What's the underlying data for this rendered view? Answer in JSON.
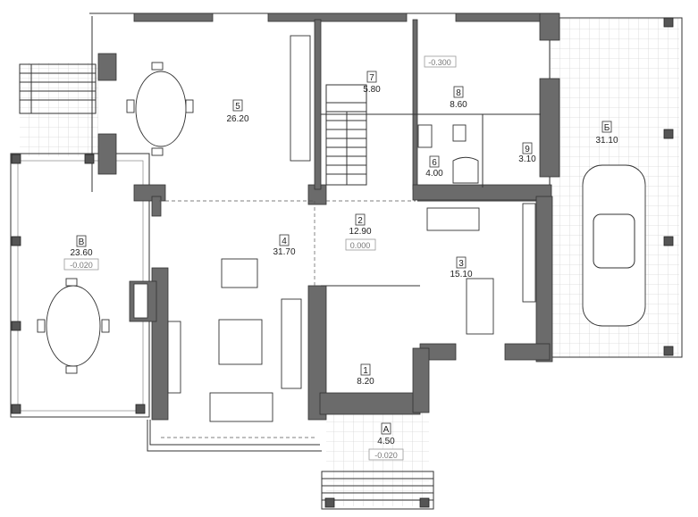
{
  "plan": {
    "rooms": [
      {
        "id": "room-5",
        "number": "5",
        "area": "26.20"
      },
      {
        "id": "room-7",
        "number": "7",
        "area": "5.80"
      },
      {
        "id": "room-8",
        "number": "8",
        "area": "8.60",
        "level": "-0.300"
      },
      {
        "id": "room-B-cyr",
        "number": "Б",
        "area": "31.10"
      },
      {
        "id": "room-9",
        "number": "9",
        "area": "3.10"
      },
      {
        "id": "room-6",
        "number": "6",
        "area": "4.00"
      },
      {
        "id": "room-4",
        "number": "4",
        "area": "31.70"
      },
      {
        "id": "room-2",
        "number": "2",
        "area": "12.90",
        "level": "0.000"
      },
      {
        "id": "room-3",
        "number": "3",
        "area": "15.10"
      },
      {
        "id": "room-V",
        "number": "В",
        "area": "23.60",
        "level": "-0.020"
      },
      {
        "id": "room-1",
        "number": "1",
        "area": "8.20"
      },
      {
        "id": "room-A",
        "number": "А",
        "area": "4.50",
        "level": "-0.020"
      }
    ]
  },
  "colors": {
    "wall": "#6b6b6b",
    "line": "#333333",
    "tile": "#dddddd"
  }
}
